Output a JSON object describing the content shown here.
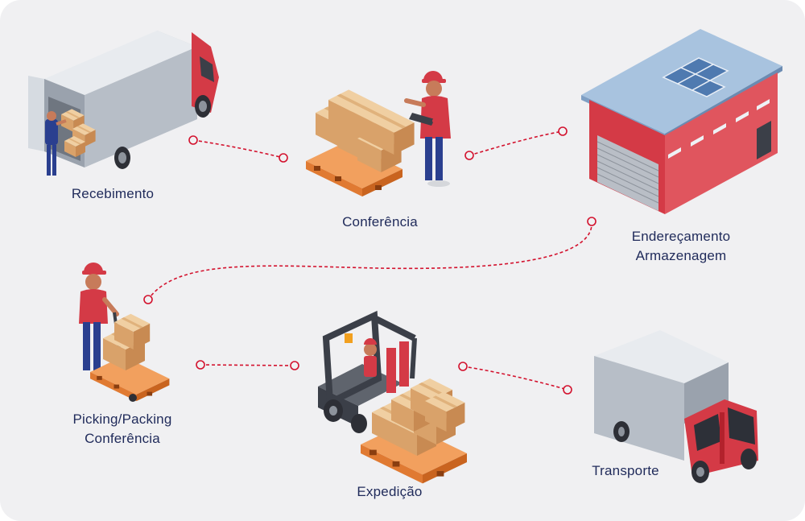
{
  "steps": {
    "recebimento": {
      "label": "Recebimento"
    },
    "conferencia": {
      "label": "Conferência"
    },
    "enderecamento": {
      "line1": "Endereçamento",
      "line2": "Armazenagem"
    },
    "picking": {
      "line1": "Picking/Packing",
      "line2": "Conferência"
    },
    "expedicao": {
      "label": "Expedição"
    },
    "transporte": {
      "label": "Transporte"
    }
  },
  "colors": {
    "background": "#f0f0f2",
    "label_text": "#1f2a5a",
    "connector": "#d3122e",
    "accent_red": "#d43a46",
    "box": "#e4b887",
    "pallet": "#e8823f"
  },
  "icons": [
    "truck-icon",
    "boxes-pallet-icon",
    "worker-clipboard-icon",
    "warehouse-icon",
    "pallet-jack-icon",
    "forklift-icon",
    "delivery-truck-icon"
  ]
}
